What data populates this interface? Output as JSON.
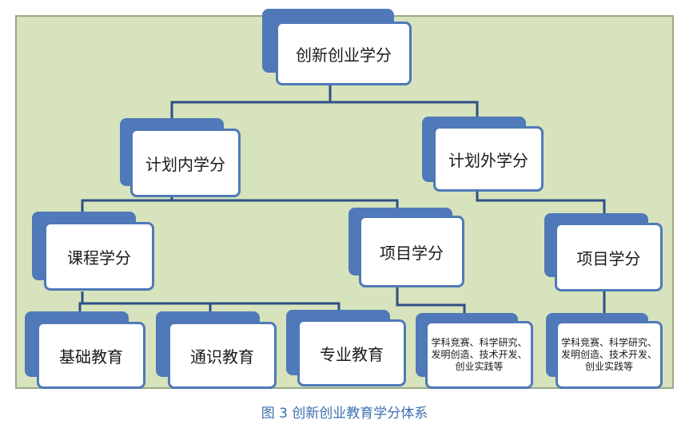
{
  "diagram": {
    "root": "创新创业学分",
    "left_branch": "计划内学分",
    "right_branch": "计划外学分",
    "course_credit": "课程学分",
    "project_credit_mid": "项目学分",
    "project_credit_right": "项目学分",
    "basic_education": "基础教育",
    "general_education": "通识教育",
    "major_education": "专业教育",
    "activities_mid": "学科竞赛、科学研究、发明创造、技术开发、创业实践等",
    "activities_right": "学科竞赛、科学研究、发明创造、技术开发、创业实践等"
  },
  "caption": "图 3   创新创业教育学分体系",
  "colors": {
    "panel": "#d6e3bc",
    "node_border": "#4f79b8",
    "connector": "#2f4f86",
    "caption": "#3b6fb0"
  }
}
